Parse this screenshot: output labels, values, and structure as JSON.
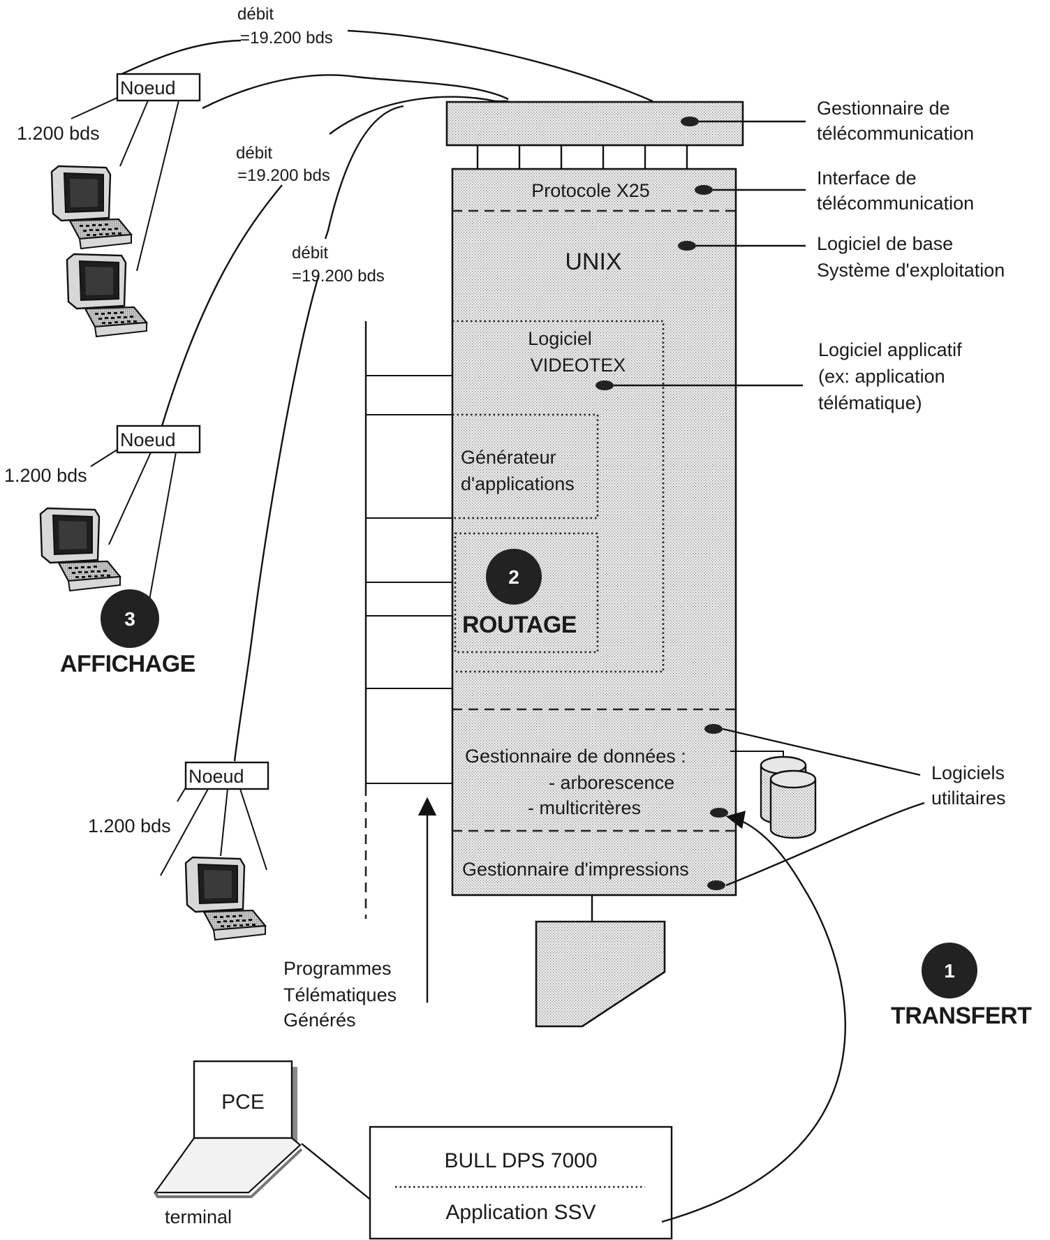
{
  "links": {
    "debit_label": "débit",
    "debit_rate": "=19.200 bds",
    "node_rate": "1.200 bds",
    "node_label": "Noeud"
  },
  "server": {
    "protocol": "Protocole X25",
    "unix": "UNIX",
    "videotex_line1": "Logiciel",
    "videotex_line2": "VIDEOTEX",
    "generator_line1": "Générateur",
    "generator_line2": "d'applications",
    "routing_number": "2",
    "routing_label": "ROUTAGE",
    "data_manager_line1": "Gestionnaire de données :",
    "data_manager_line2": "- arborescence",
    "data_manager_line3": "- multicritères",
    "print_manager": "Gestionnaire d'impressions"
  },
  "legend": {
    "telecom_manager_line1": "Gestionnaire de",
    "telecom_manager_line2": "télécommunication",
    "telecom_interface_line1": "Interface de",
    "telecom_interface_line2": "télécommunication",
    "base_software_line1": "Logiciel de base",
    "base_software_line2": "Système d'exploitation",
    "app_software_line1": "Logiciel applicatif",
    "app_software_line2": "(ex: application",
    "app_software_line3": "télématique)",
    "utilities_line1": "Logiciels",
    "utilities_line2": "utilitaires"
  },
  "steps": {
    "display_number": "3",
    "display_label": "AFFICHAGE",
    "transfer_number": "1",
    "transfer_label": "TRANSFERT"
  },
  "programs": {
    "line1": "Programmes",
    "line2": "Télématiques",
    "line3": "Générés"
  },
  "pce": {
    "label": "PCE",
    "caption": "terminal"
  },
  "mainframe": {
    "title": "BULL  DPS 7000",
    "app": "Application  SSV"
  }
}
